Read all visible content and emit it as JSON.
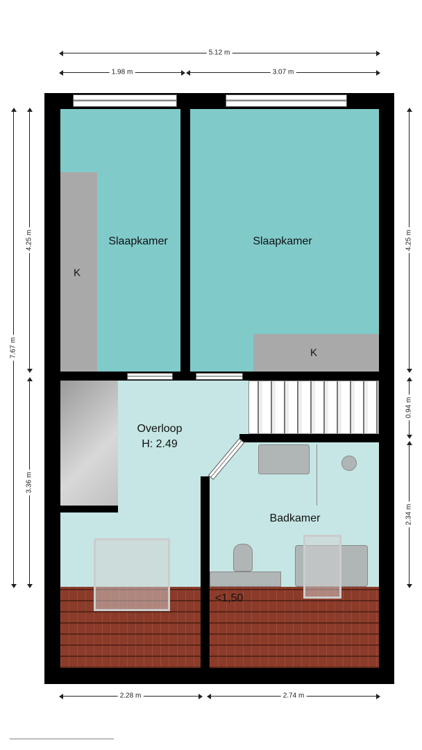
{
  "rooms": {
    "bedroom_left": "Slaapkamer",
    "bedroom_right": "Slaapkamer",
    "landing": "Overloop",
    "landing_height": "H: 2.49",
    "bathroom": "Badkamer",
    "low_ceiling": "<1,50",
    "closet_left": "K",
    "closet_right": "K"
  },
  "dimensions": {
    "total_width": "5.12 m",
    "top_left": "1.98 m",
    "top_right": "3.07 m",
    "left_total": "7.67 m",
    "left_upper": "4.25 m",
    "left_lower": "3.36 m",
    "right_upper": "4.25 m",
    "right_mid": "0.94 m",
    "right_lower": "2.34 m",
    "bottom_left": "2.28 m",
    "bottom_right": "2.74 m"
  },
  "colors": {
    "bedroom": "#80cbca",
    "landing": "#c5e6e4",
    "wall": "#000000",
    "roof": "#8a3b2a"
  }
}
